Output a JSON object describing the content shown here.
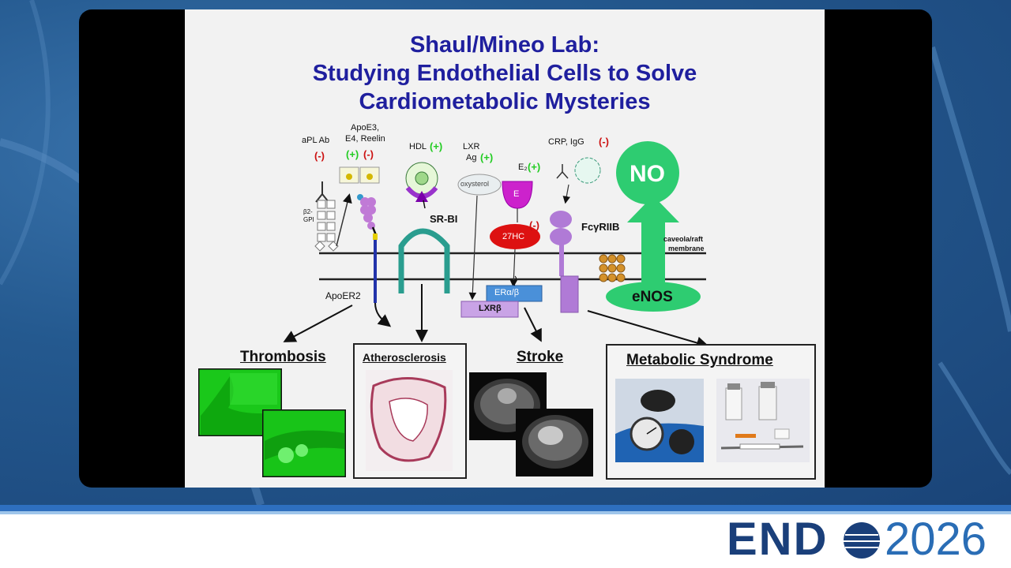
{
  "slide": {
    "title_line1": "Shaul/Mineo Lab:",
    "title_line2": "Studying Endothelial Cells to Solve",
    "title_line3": "Cardiometabolic Mysteries"
  },
  "diagram": {
    "apl_ab": "aPL Ab",
    "apl_sign": "(-)",
    "apoe_line1": "ApoE3,",
    "apoe_line2": "E4, Reelin",
    "apoe_plus": "(+)",
    "apoe_minus": "(-)",
    "hdl": "HDL",
    "hdl_sign": "(+)",
    "lxr_line1": "LXR",
    "lxr_line2": "Ag",
    "lxr_sign": "(+)",
    "e2": "E₂",
    "e2_sign": "(+)",
    "crp": "CRP, IgG",
    "crp_sign": "(-)",
    "no": "NO",
    "b2gpi_line1": "β2-",
    "b2gpi_line2": "GPI",
    "oxysterol": "oxysterol",
    "e_in_cup": "E",
    "srbi": "SR-BI",
    "hc27": "27HC",
    "hc27_sign": "(-)",
    "fcgriib": "FcγRIIB",
    "caveola_line1": "caveola/raft",
    "caveola_line2": "membrane",
    "apoer2": "ApoER2",
    "era": "ERα/β",
    "lxrb": "LXRβ",
    "enos": "eNOS"
  },
  "outcomes": {
    "thrombosis": "Thrombosis",
    "atherosclerosis": "Atherosclerosis",
    "stroke": "Stroke",
    "metabolic": "Metabolic Syndrome"
  },
  "footer": {
    "logo_text": "END",
    "logo_year": "2026"
  },
  "colors": {
    "title": "#1f1f9e",
    "plus": "#22cc22",
    "minus": "#cc1111",
    "no_green": "#2ecc71",
    "teal_receptor": "#2a9d8f",
    "purple": "#b07ad6",
    "era_blue": "#4a90d9",
    "red_27hc": "#dd1111"
  }
}
